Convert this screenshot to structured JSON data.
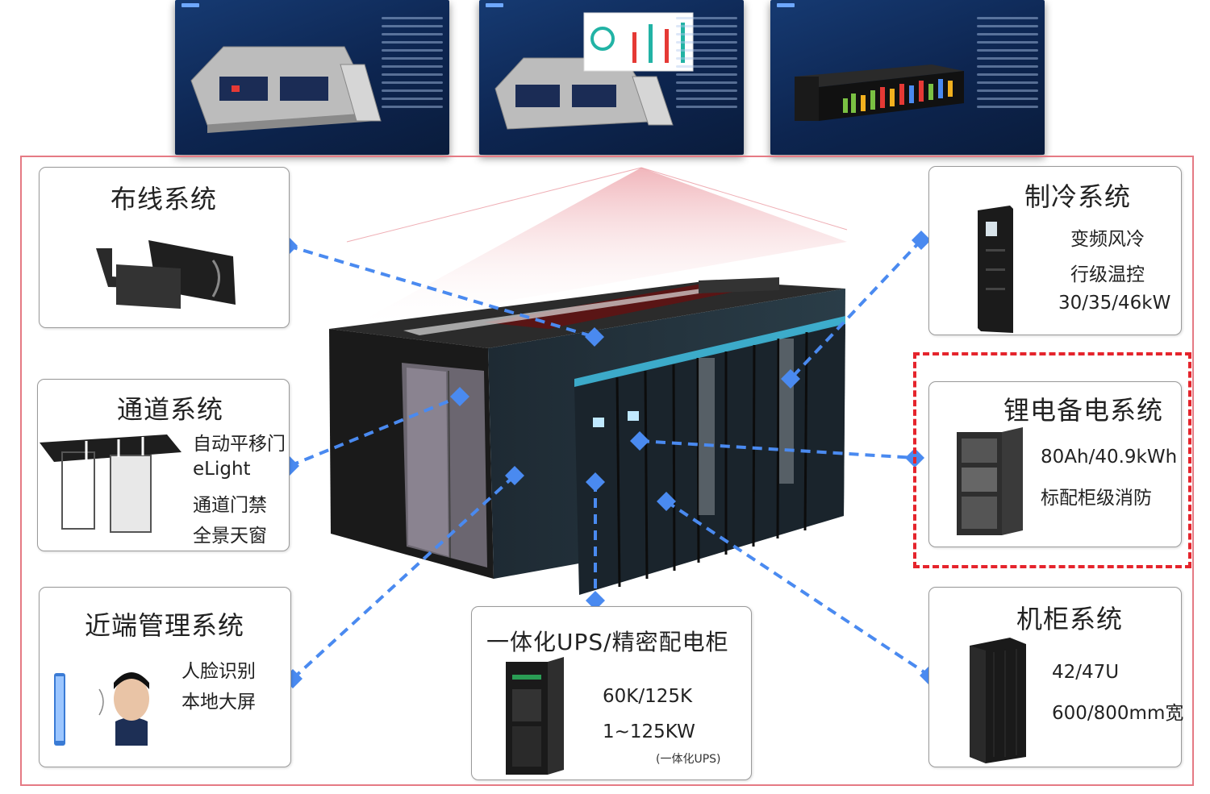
{
  "panels": {
    "cabling": {
      "title": "布线系统"
    },
    "aisle": {
      "title": "通道系统",
      "features": [
        "自动平移门",
        "eLight",
        "通道门禁",
        "全景天窗"
      ]
    },
    "near_end": {
      "title": "近端管理系统",
      "features": [
        "人脸识别",
        "本地大屏"
      ]
    },
    "ups": {
      "title": "一体化UPS/精密配电柜",
      "features": [
        "60K/125K",
        "1~125KW"
      ],
      "note": "(一体化UPS)"
    },
    "cooling": {
      "title": "制冷系统",
      "features": [
        "变频风冷",
        "行级温控",
        "30/35/46kW"
      ]
    },
    "battery": {
      "title": "锂电备电系统",
      "features": [
        "80Ah/40.9kWh",
        "标配柜级消防"
      ]
    },
    "cabinet": {
      "title": "机柜系统",
      "features": [
        "42/47U",
        "600/800mm宽"
      ]
    }
  },
  "colors": {
    "connector": "#4a8af0",
    "highlight": "#e5242c",
    "frame": "#e57a84",
    "screen_bg": "#0d2550"
  },
  "icons": [
    "connector-diamond-icon",
    "ups-cabinet-icon",
    "cooling-unit-icon",
    "battery-cabinet-icon",
    "server-rack-icon",
    "cable-tray-icon",
    "aisle-door-icon",
    "face-recognition-icon"
  ]
}
